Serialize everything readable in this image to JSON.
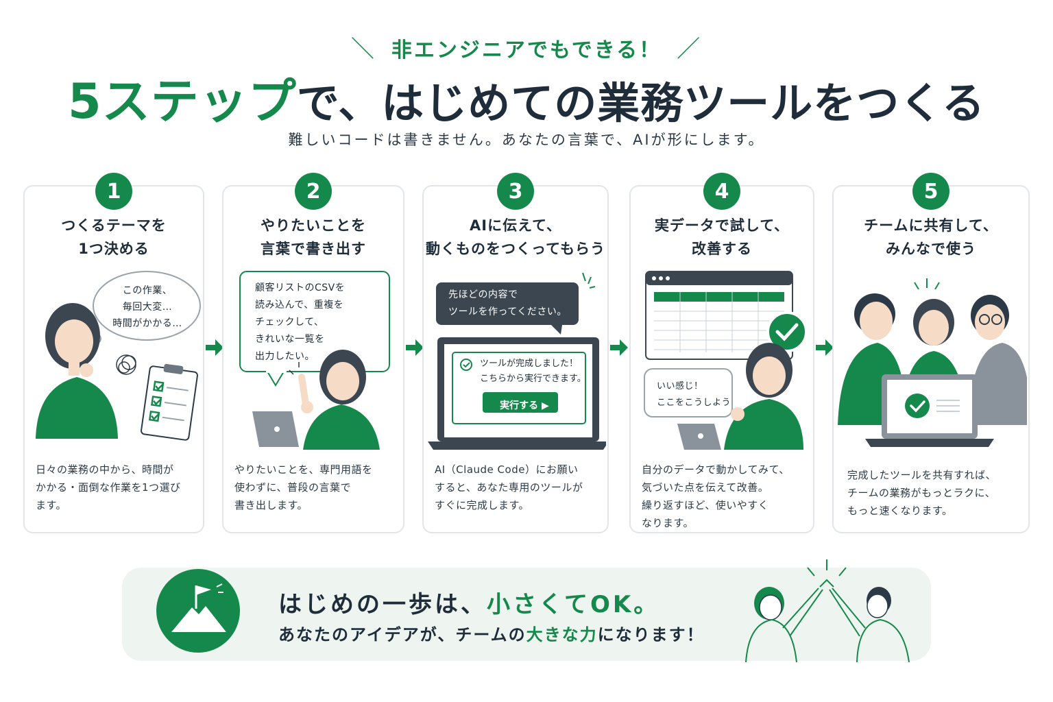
{
  "header": {
    "eyebrow": "非エンジニアでもできる！",
    "title_accent": "5ステップ",
    "title_rest": "で、はじめての業務ツールをつくる",
    "subtitle": "難しいコードは書きません。あなたの言葉で、AIが形にします。"
  },
  "steps": [
    {
      "number": "1",
      "title_line1": "つくるテーマを",
      "title_line2": "1つ決める",
      "thought": [
        "この作業、",
        "毎回大変…",
        "時間がかかる…"
      ],
      "desc": [
        "日々の業務の中から、時間が",
        "かかる・面倒な作業を1つ選び",
        "ます。"
      ]
    },
    {
      "number": "2",
      "title_line1": "やりたいことを",
      "title_line2": "言葉で書き出す",
      "bubble": [
        "顧客リストのCSVを",
        "読み込んで、重複を",
        "チェックして、",
        "きれいな一覧を",
        "出力したい。"
      ],
      "desc": [
        "やりたいことを、専門用語を",
        "使わずに、普段の言葉で",
        "書き出します。"
      ]
    },
    {
      "number": "3",
      "title_line1": "AIに伝えて、",
      "title_line2": "動くものをつくってもらう",
      "bubble": [
        "先ほどの内容で",
        "ツールを作ってください。"
      ],
      "screen_lines": [
        "ツールが完成しました！",
        "こちらから実行できます。"
      ],
      "run_button": "実行する ▶",
      "desc": [
        "AI（Claude Code）にお願い",
        "すると、あなた専用のツールが",
        "すぐに完成します。"
      ]
    },
    {
      "number": "4",
      "title_line1": "実データで試して、",
      "title_line2": "改善する",
      "bubble": [
        "いい感じ！",
        "ここをこうしよう"
      ],
      "desc": [
        "自分のデータで動かしてみて、",
        "気づいた点を伝えて改善。",
        "繰り返すほど、使いやすく",
        "なります。"
      ]
    },
    {
      "number": "5",
      "title_line1": "チームに共有して、",
      "title_line2": "みんなで使う",
      "desc": [
        "完成したツールを共有すれば、",
        "チームの業務がもっとラクに、",
        "もっと速くなります。"
      ]
    }
  ],
  "banner": {
    "line1_a": "はじめの一歩は、",
    "line1_b": "小さくてOK。",
    "line2_a": "あなたのアイデアが、チームの",
    "line2_b": "大きな力",
    "line2_c": "になります！"
  },
  "colors": {
    "brand_green": "#15884b",
    "dark_text": "#1f2d3a",
    "banner_bg": "#eef5f1",
    "card_border": "#e2e6ea"
  }
}
